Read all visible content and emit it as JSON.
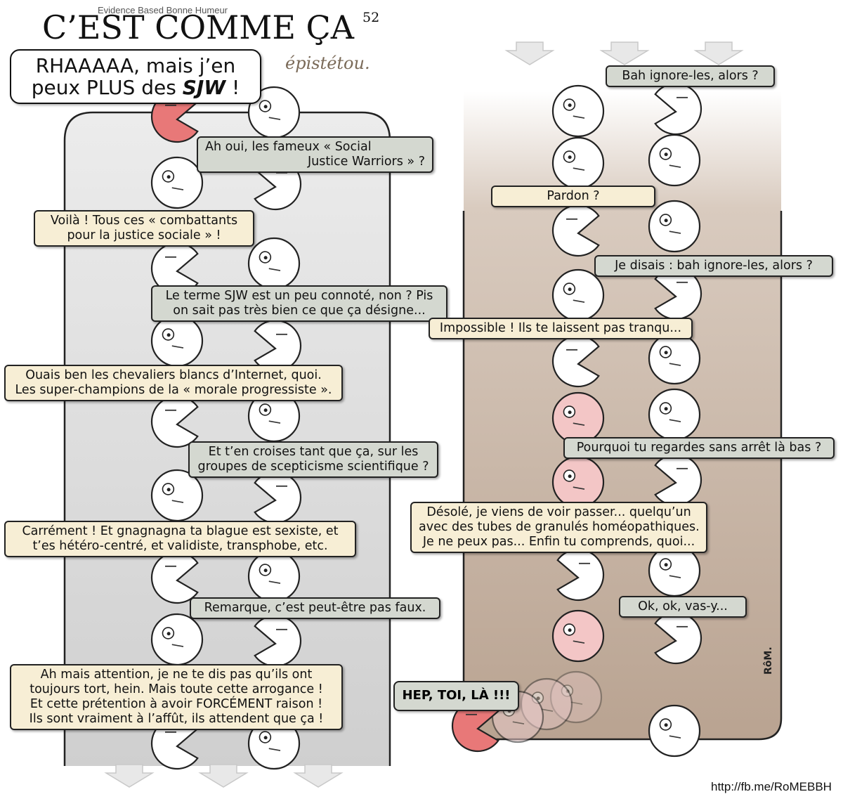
{
  "title": {
    "small": "Evidence Based Bonne Humeur",
    "main": "C’EST COMME ÇA",
    "number": "52",
    "author": "épistétou."
  },
  "opening_shout": {
    "line1": "RHAAAAA, mais j’en",
    "line2_pre": "peux PLUS des ",
    "line2_em": "SJW",
    "line2_post": " !"
  },
  "left_bubbles": [
    {
      "color": "grey",
      "lines": [
        "Ah oui, les fameux « Social",
        "Justice Warriors » ?"
      ]
    },
    {
      "color": "cream",
      "lines": [
        "Voilà ! Tous ces « combattants",
        "pour la justice sociale » !"
      ]
    },
    {
      "color": "grey",
      "lines": [
        "Le terme SJW est un peu connoté, non ? Pis",
        "on sait pas très bien ce que ça désigne..."
      ]
    },
    {
      "color": "cream",
      "lines": [
        "Ouais ben les chevaliers blancs d’Internet, quoi.",
        "Les super-champions de la « morale progressiste »."
      ]
    },
    {
      "color": "grey",
      "lines": [
        "Et t’en croises tant que ça, sur les",
        "groupes de scepticisme scientifique ?"
      ]
    },
    {
      "color": "cream",
      "lines": [
        "Carrément ! Et gnagnagna ta blague est sexiste, et",
        "t’es hétéro-centré, et validiste, transphobe, etc."
      ]
    },
    {
      "color": "grey",
      "lines": [
        "Remarque, c’est peut-être pas faux."
      ]
    },
    {
      "color": "cream",
      "lines": [
        "Ah mais attention, je ne te dis pas qu’ils ont",
        "toujours tort, hein. Mais toute cette arrogance !",
        "Et cette prétention à avoir FORCÉMENT raison !",
        "Ils sont vraiment à l’affût, ils attendent que ça !"
      ]
    }
  ],
  "right_bubbles": [
    {
      "color": "grey",
      "lines": [
        "Bah ignore-les, alors ?"
      ]
    },
    {
      "color": "cream",
      "lines": [
        "Pardon ?"
      ]
    },
    {
      "color": "grey",
      "lines": [
        "Je disais : bah ignore-les, alors ?"
      ]
    },
    {
      "color": "cream",
      "lines": [
        "Impossible ! Ils te laissent pas tranqu..."
      ]
    },
    {
      "color": "grey",
      "lines": [
        "Pourquoi tu regardes sans arrêt là bas  ?"
      ]
    },
    {
      "color": "cream",
      "lines": [
        "Désolé, je viens de voir passer... quelqu’un",
        "avec des tubes de granulés homéopathiques.",
        "Je ne peux pas... Enfin tu comprends, quoi..."
      ]
    },
    {
      "color": "grey",
      "lines": [
        "Ok, ok, vas-y..."
      ]
    }
  ],
  "final_shout": "HEP, TOI, LÀ !!!",
  "signature": "RôM.",
  "url": "http://fb.me/RoMEBBH",
  "colors": {
    "left_panel": "#dcdcdc",
    "right_panel": "#c2b0a2",
    "bubble_grey": "#d4d8d0",
    "bubble_cream": "#f7eed5",
    "red_character": "#e87878",
    "pink_character": "#f3c6c6"
  }
}
